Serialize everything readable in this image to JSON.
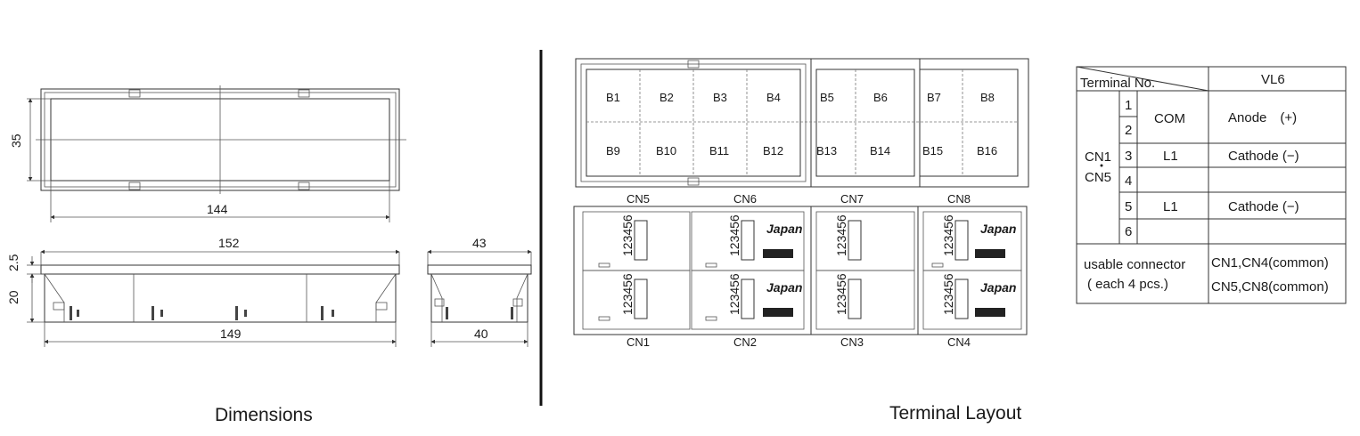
{
  "dimensions": {
    "caption": "Dimensions",
    "front_width": "144",
    "front_height": "35",
    "side_total_width": "152",
    "side_inner_width": "149",
    "side_flange": "2.5",
    "side_depth": "20",
    "end_top_width": "43",
    "end_bottom_width": "40"
  },
  "terminal_layout": {
    "caption": "Terminal Layout",
    "blocks_top": [
      "B1",
      "B2",
      "B3",
      "B4",
      "B5",
      "B6",
      "B7",
      "B8"
    ],
    "blocks_bottom": [
      "B9",
      "B10",
      "B11",
      "B12",
      "B13",
      "B14",
      "B15",
      "B16"
    ],
    "connectors_top": [
      "CN5",
      "CN6",
      "CN7",
      "CN8"
    ],
    "connectors_bottom": [
      "CN1",
      "CN2",
      "CN3",
      "CN4"
    ],
    "pin_numbers": "123456",
    "brand_text": "Japan"
  },
  "terminal_table": {
    "header_terminal": "Terminal No.",
    "header_model": "VL6",
    "group_label_1": "CN1",
    "group_label_2": "CN5",
    "rows": [
      {
        "pin": "1",
        "signal": "COM",
        "function": "Anode　(+)"
      },
      {
        "pin": "2",
        "signal": "",
        "function": ""
      },
      {
        "pin": "3",
        "signal": "L1",
        "function": "Cathode (−)"
      },
      {
        "pin": "4",
        "signal": "",
        "function": ""
      },
      {
        "pin": "5",
        "signal": "L1",
        "function": "Cathode (−)"
      },
      {
        "pin": "6",
        "signal": "",
        "function": ""
      }
    ],
    "usable_label_1": "usable connector",
    "usable_label_2": "( each 4 pcs.)",
    "usable_value_1": "CN1,CN4(common)",
    "usable_value_2": "CN5,CN8(common)"
  }
}
